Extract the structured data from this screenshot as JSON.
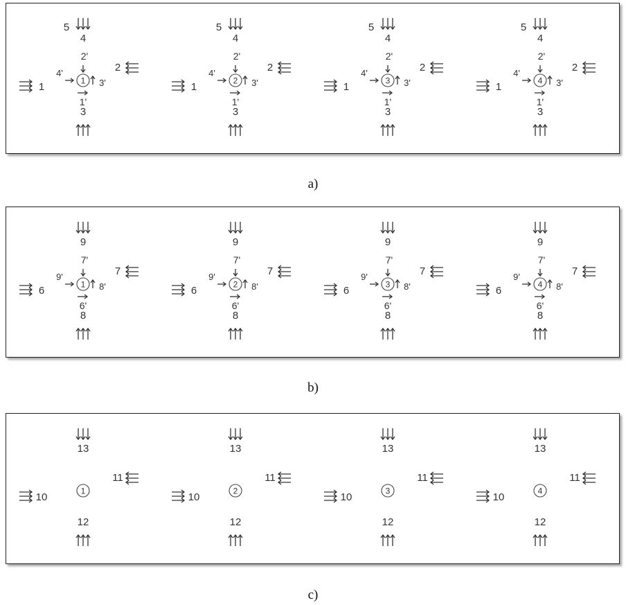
{
  "panels": [
    {
      "caption": "a)",
      "phases": [
        {
          "index": "1",
          "labels": {
            "n": "4",
            "n5": "5",
            "w": "1",
            "e": "2",
            "s": "3",
            "inN": "2'",
            "inW": "4'",
            "inE": "3'",
            "inS": "1'"
          }
        },
        {
          "index": "2",
          "labels": {
            "n": "4",
            "n5": "5",
            "w": "1",
            "e": "2",
            "s": "3",
            "inN": "2'",
            "inW": "4'",
            "inE": "3'",
            "inS": "1'"
          }
        },
        {
          "index": "3",
          "labels": {
            "n": "4",
            "n5": "5",
            "w": "1",
            "e": "2",
            "s": "3",
            "inN": "2'",
            "inW": "4'",
            "inE": "3'",
            "inS": "1'"
          }
        },
        {
          "index": "4",
          "labels": {
            "n": "4",
            "n5": "5",
            "w": "1",
            "e": "2",
            "s": "3",
            "inN": "2'",
            "inW": "4'",
            "inE": "3'",
            "inS": "1'"
          }
        }
      ]
    },
    {
      "caption": "b)",
      "phases": [
        {
          "index": "1",
          "labels": {
            "n": "9",
            "n5": "",
            "w": "6",
            "e": "7",
            "s": "8",
            "inN": "7'",
            "inW": "9'",
            "inE": "8'",
            "inS": "6'"
          }
        },
        {
          "index": "2",
          "labels": {
            "n": "9",
            "n5": "",
            "w": "6",
            "e": "7",
            "s": "8",
            "inN": "7'",
            "inW": "9'",
            "inE": "8'",
            "inS": "6'"
          }
        },
        {
          "index": "3",
          "labels": {
            "n": "9",
            "n5": "",
            "w": "6",
            "e": "7",
            "s": "8",
            "inN": "7'",
            "inW": "9'",
            "inE": "8'",
            "inS": "6'"
          }
        },
        {
          "index": "4",
          "labels": {
            "n": "9",
            "n5": "",
            "w": "6",
            "e": "7",
            "s": "8",
            "inN": "7'",
            "inW": "9'",
            "inE": "8'",
            "inS": "6'"
          }
        }
      ]
    },
    {
      "caption": "c)",
      "phases": [
        {
          "index": "1",
          "labels": {
            "n": "13",
            "n5": "",
            "w": "10",
            "e": "11",
            "s": "12",
            "inN": "",
            "inW": "",
            "inE": "",
            "inS": ""
          }
        },
        {
          "index": "2",
          "labels": {
            "n": "13",
            "n5": "",
            "w": "10",
            "e": "11",
            "s": "12",
            "inN": "",
            "inW": "",
            "inE": "",
            "inS": ""
          }
        },
        {
          "index": "3",
          "labels": {
            "n": "13",
            "n5": "",
            "w": "10",
            "e": "11",
            "s": "12",
            "inN": "",
            "inW": "",
            "inE": "",
            "inS": ""
          }
        },
        {
          "index": "4",
          "labels": {
            "n": "13",
            "n5": "",
            "w": "10",
            "e": "11",
            "s": "12",
            "inN": "",
            "inW": "",
            "inE": "",
            "inS": ""
          }
        }
      ]
    }
  ]
}
